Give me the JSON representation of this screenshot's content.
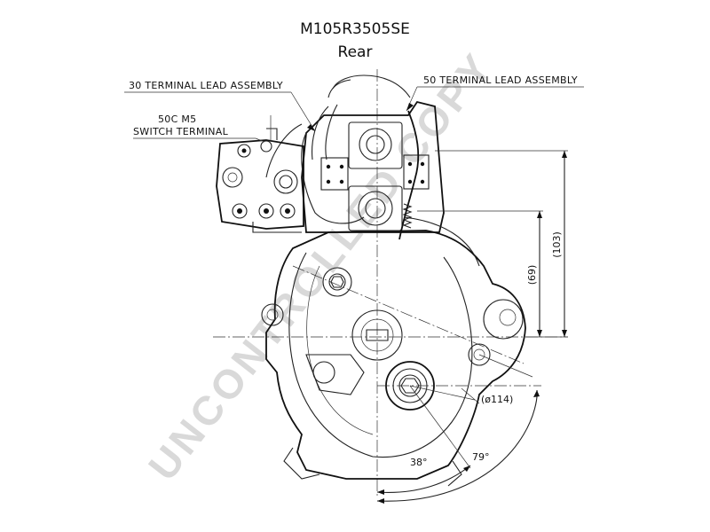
{
  "drawing": {
    "part_number": "M105R3505SE",
    "view": "Rear",
    "callouts": {
      "terminal_30": "30 TERMINAL LEAD ASSEMBLY",
      "terminal_50": "50 TERMINAL LEAD ASSEMBLY",
      "switch_line1": "50C M5",
      "switch_line2": "SWITCH TERMINAL"
    },
    "dimensions": {
      "height_103": "(103)",
      "height_69": "(69)",
      "diameter_114": "(ø114)",
      "angle_38": "38°",
      "angle_79": "79°"
    },
    "watermark": "UNCONTROLLED COPY"
  }
}
